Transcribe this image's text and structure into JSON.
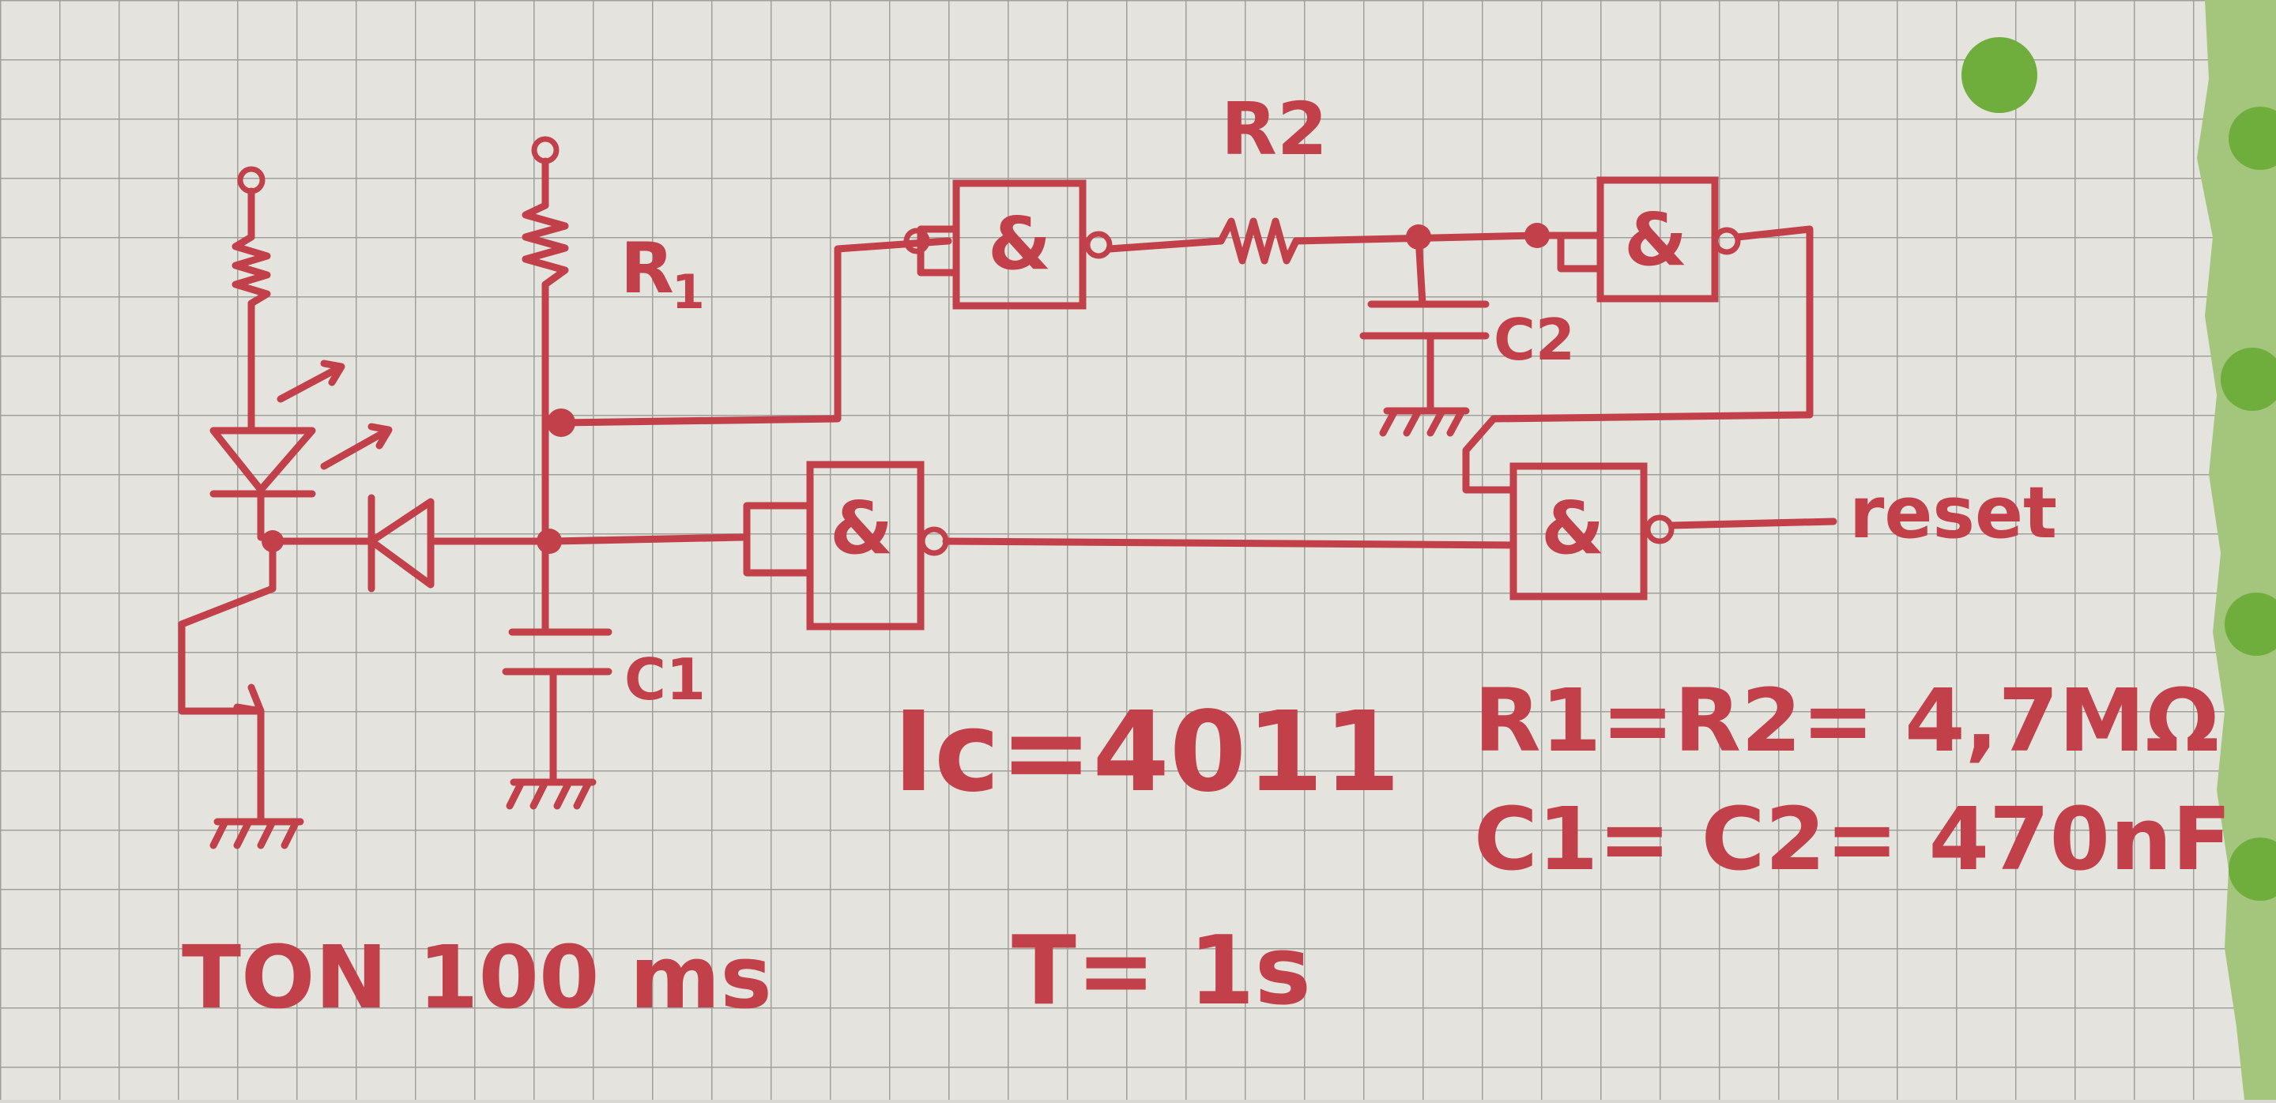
{
  "colors": {
    "ink": "#c2404a",
    "paper": "#d9d8d2",
    "grid": "#9fa09c",
    "binder_hole": "#6fae3c"
  },
  "gates": {
    "symbol": "&"
  },
  "labels": {
    "r1": "R",
    "r1_sub": "1",
    "r2": "R2",
    "c1": "C1",
    "c2": "C2",
    "reset": "reset",
    "ic": "Ic=4011",
    "ton": "TON 100 ms",
    "period": "T= 1s",
    "r_values": "R1=R2= 4,7MΩ",
    "c_values": "C1= C2= 470nF"
  }
}
